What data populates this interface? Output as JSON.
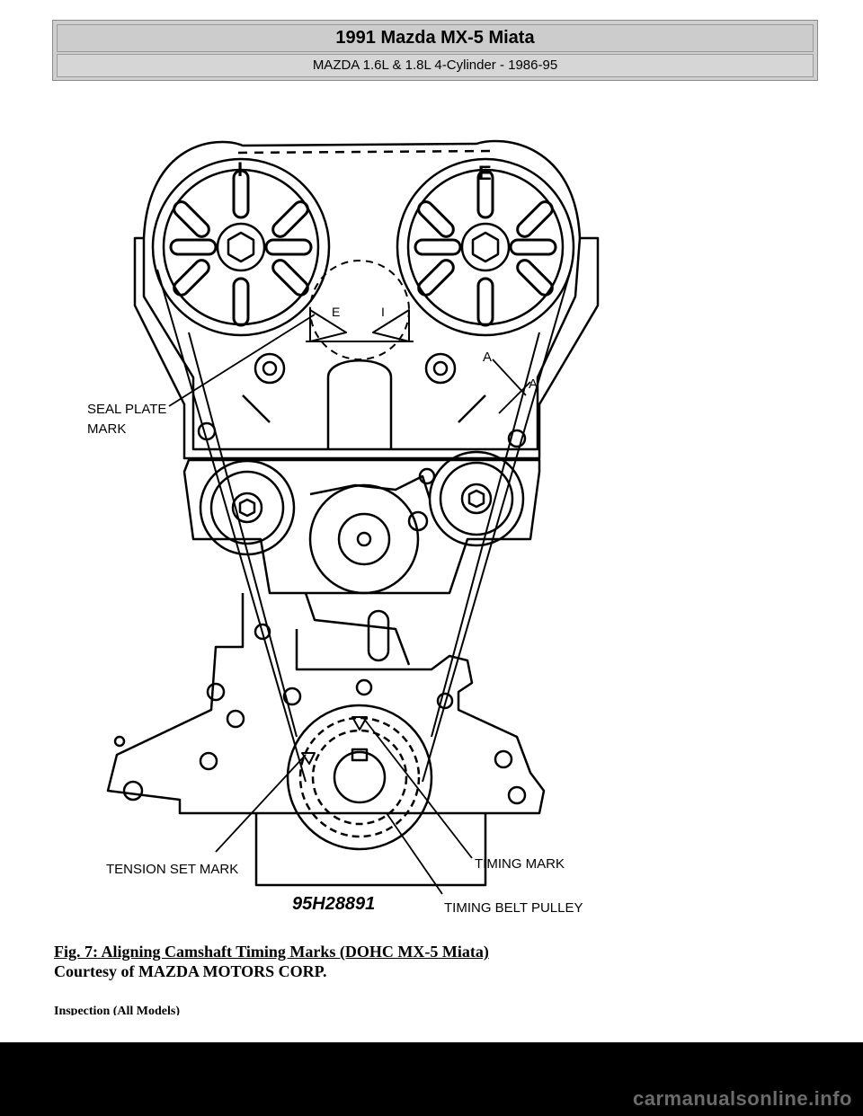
{
  "header": {
    "title": "1991 Mazda MX-5 Miata",
    "subtitle": "MAZDA 1.6L & 1.8L 4-Cylinder - 1986-95"
  },
  "figure": {
    "labels": {
      "seal_plate_mark": "SEAL PLATE\nMARK",
      "seal_line1": "SEAL PLATE",
      "seal_line2": "MARK",
      "tension_set_mark": "TENSION SET MARK",
      "timing_mark": "TIMING MARK",
      "timing_belt_pulley": "TIMING BELT PULLEY",
      "figure_code": "95H28891",
      "a_upper": "A",
      "a_lower": "A",
      "cam_i": "I",
      "cam_e": "E",
      "inner_e": "E",
      "inner_i": "I"
    }
  },
  "caption": {
    "title": "Fig. 7: Aligning Camshaft Timing Marks (DOHC MX-5 Miata)",
    "credit": "Courtesy of MAZDA MOTORS CORP."
  },
  "section": {
    "heading": "Inspection (All Models)"
  },
  "footer": {
    "watermark": "carmanualsonline.info"
  }
}
